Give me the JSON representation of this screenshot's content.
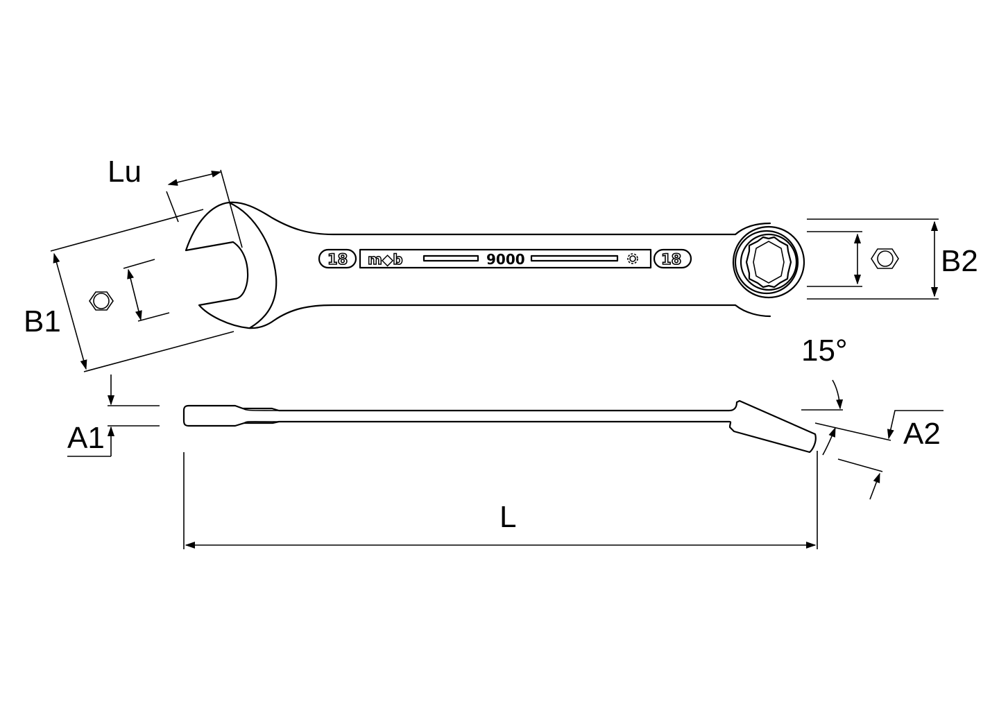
{
  "diagram": {
    "title": "Combination wrench dimension drawing",
    "colors": {
      "line": "#000000",
      "background": "#ffffff"
    },
    "labels": {
      "lu": "Lu",
      "b1": "B1",
      "b2": "B2",
      "a1": "A1",
      "a2": "A2",
      "l": "L",
      "angle": "15°"
    },
    "stamp": {
      "size_left": "18",
      "brand": "m◆b",
      "model": "9000",
      "size_right": "18",
      "icon": "gear-icon"
    },
    "views": [
      "top-view",
      "side-view"
    ],
    "parts": [
      "open-end",
      "handle",
      "ring-end-12-point"
    ]
  }
}
